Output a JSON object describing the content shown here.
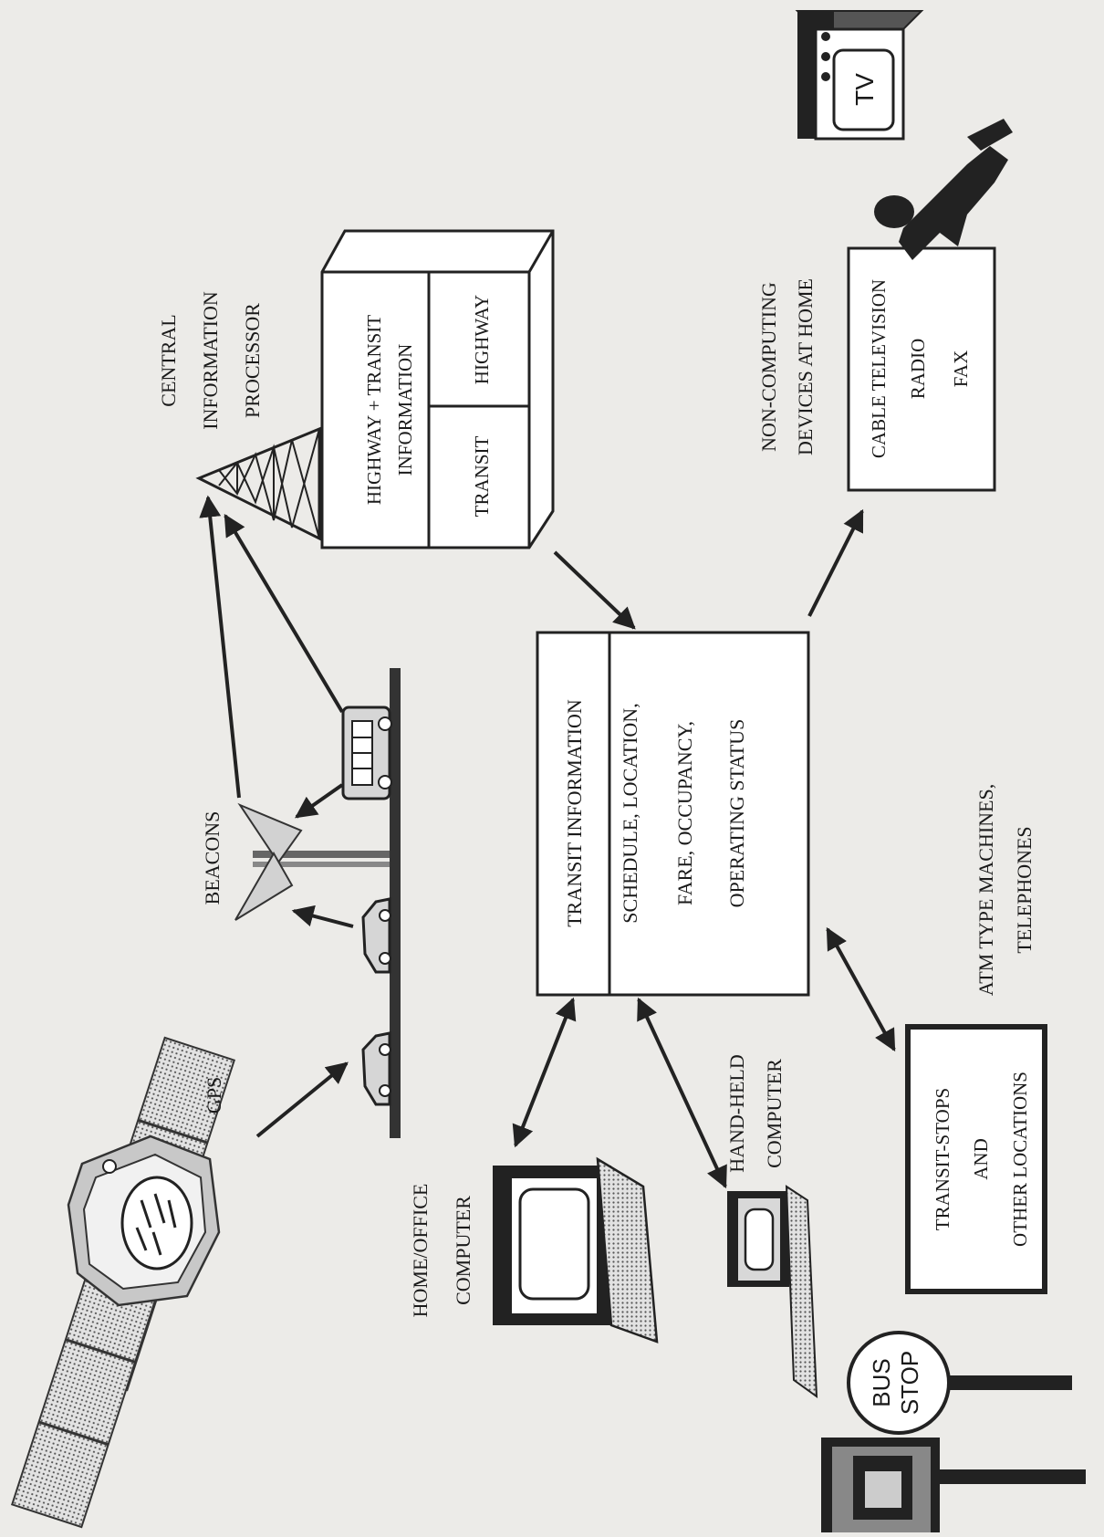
{
  "labels": {
    "gps": "GPS",
    "beacons": "BEACONS",
    "central_processor": [
      "CENTRAL",
      "INFORMATION",
      "PROCESSOR"
    ],
    "home_office_computer": [
      "HOME/OFFICE",
      "COMPUTER"
    ],
    "hand_held_computer": [
      "HAND-HELD",
      "COMPUTER"
    ],
    "non_computing": [
      "NON-COMPUTING",
      "DEVICES AT HOME"
    ],
    "atm": [
      "ATM TYPE MACHINES,",
      "TELEPHONES"
    ]
  },
  "processor_box": {
    "top_cell": [
      "HIGHWAY + TRANSIT",
      "INFORMATION"
    ],
    "transit_cell": "TRANSIT",
    "highway_cell": "HIGHWAY"
  },
  "transit_info_box": {
    "header": "TRANSIT INFORMATION",
    "items": [
      "SCHEDULE, LOCATION,",
      "FARE, OCCUPANCY,",
      "OPERATING STATUS"
    ]
  },
  "home_devices_box": {
    "items": [
      "CABLE TELEVISION",
      "RADIO",
      "FAX"
    ]
  },
  "transit_stops_box": {
    "items": [
      "TRANSIT-STOPS",
      "AND",
      "OTHER LOCATIONS"
    ]
  },
  "tv_label": "TV",
  "bus_stop_sign": [
    "BUS",
    "STOP"
  ]
}
